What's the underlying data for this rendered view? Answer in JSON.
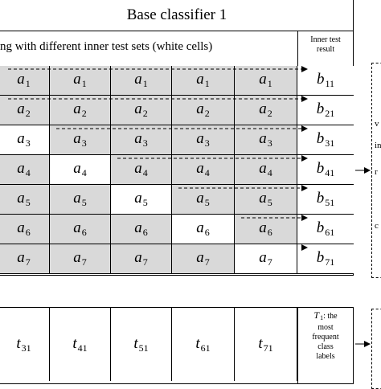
{
  "title": "Base classifier 1",
  "header_left": "ng with different inner test sets (white cells)",
  "header_right_line1": "Inner test",
  "header_right_line2": "result",
  "rows": [
    {
      "cells": [
        {
          "b": "a",
          "s": "1",
          "w": false
        },
        {
          "b": "a",
          "s": "1",
          "w": false
        },
        {
          "b": "a",
          "s": "1",
          "w": false
        },
        {
          "b": "a",
          "s": "1",
          "w": false
        },
        {
          "b": "a",
          "s": "1",
          "w": false
        }
      ],
      "result": {
        "b": "b",
        "s": "11"
      }
    },
    {
      "cells": [
        {
          "b": "a",
          "s": "2",
          "w": false
        },
        {
          "b": "a",
          "s": "2",
          "w": false
        },
        {
          "b": "a",
          "s": "2",
          "w": false
        },
        {
          "b": "a",
          "s": "2",
          "w": false
        },
        {
          "b": "a",
          "s": "2",
          "w": false
        }
      ],
      "result": {
        "b": "b",
        "s": "21"
      }
    },
    {
      "cells": [
        {
          "b": "a",
          "s": "3",
          "w": true
        },
        {
          "b": "a",
          "s": "3",
          "w": false
        },
        {
          "b": "a",
          "s": "3",
          "w": false
        },
        {
          "b": "a",
          "s": "3",
          "w": false
        },
        {
          "b": "a",
          "s": "3",
          "w": false
        }
      ],
      "result": {
        "b": "b",
        "s": "31"
      }
    },
    {
      "cells": [
        {
          "b": "a",
          "s": "4",
          "w": false
        },
        {
          "b": "a",
          "s": "4",
          "w": true
        },
        {
          "b": "a",
          "s": "4",
          "w": false
        },
        {
          "b": "a",
          "s": "4",
          "w": false
        },
        {
          "b": "a",
          "s": "4",
          "w": false
        }
      ],
      "result": {
        "b": "b",
        "s": "41"
      }
    },
    {
      "cells": [
        {
          "b": "a",
          "s": "5",
          "w": false
        },
        {
          "b": "a",
          "s": "5",
          "w": false
        },
        {
          "b": "a",
          "s": "5",
          "w": true
        },
        {
          "b": "a",
          "s": "5",
          "w": false
        },
        {
          "b": "a",
          "s": "5",
          "w": false
        }
      ],
      "result": {
        "b": "b",
        "s": "51"
      }
    },
    {
      "cells": [
        {
          "b": "a",
          "s": "6",
          "w": false
        },
        {
          "b": "a",
          "s": "6",
          "w": false
        },
        {
          "b": "a",
          "s": "6",
          "w": false
        },
        {
          "b": "a",
          "s": "6",
          "w": true
        },
        {
          "b": "a",
          "s": "6",
          "w": false
        }
      ],
      "result": {
        "b": "b",
        "s": "61"
      }
    },
    {
      "cells": [
        {
          "b": "a",
          "s": "7",
          "w": false
        },
        {
          "b": "a",
          "s": "7",
          "w": false
        },
        {
          "b": "a",
          "s": "7",
          "w": false
        },
        {
          "b": "a",
          "s": "7",
          "w": false
        },
        {
          "b": "a",
          "s": "7",
          "w": true
        }
      ],
      "result": {
        "b": "b",
        "s": "71"
      }
    }
  ],
  "bottom_cells": [
    {
      "b": "t",
      "s": "31"
    },
    {
      "b": "t",
      "s": "41"
    },
    {
      "b": "t",
      "s": "51"
    },
    {
      "b": "t",
      "s": "61"
    },
    {
      "b": "t",
      "s": "71"
    }
  ],
  "t1_symbol": "T",
  "t1_sub": "1",
  "t1_rest": ": the",
  "t1_line2": "most",
  "t1_line3": "frequent",
  "t1_line4": "class",
  "t1_line5": "labels",
  "frag_v": "v",
  "frag_in": "in",
  "frag_r": "r",
  "frag_c": "c"
}
